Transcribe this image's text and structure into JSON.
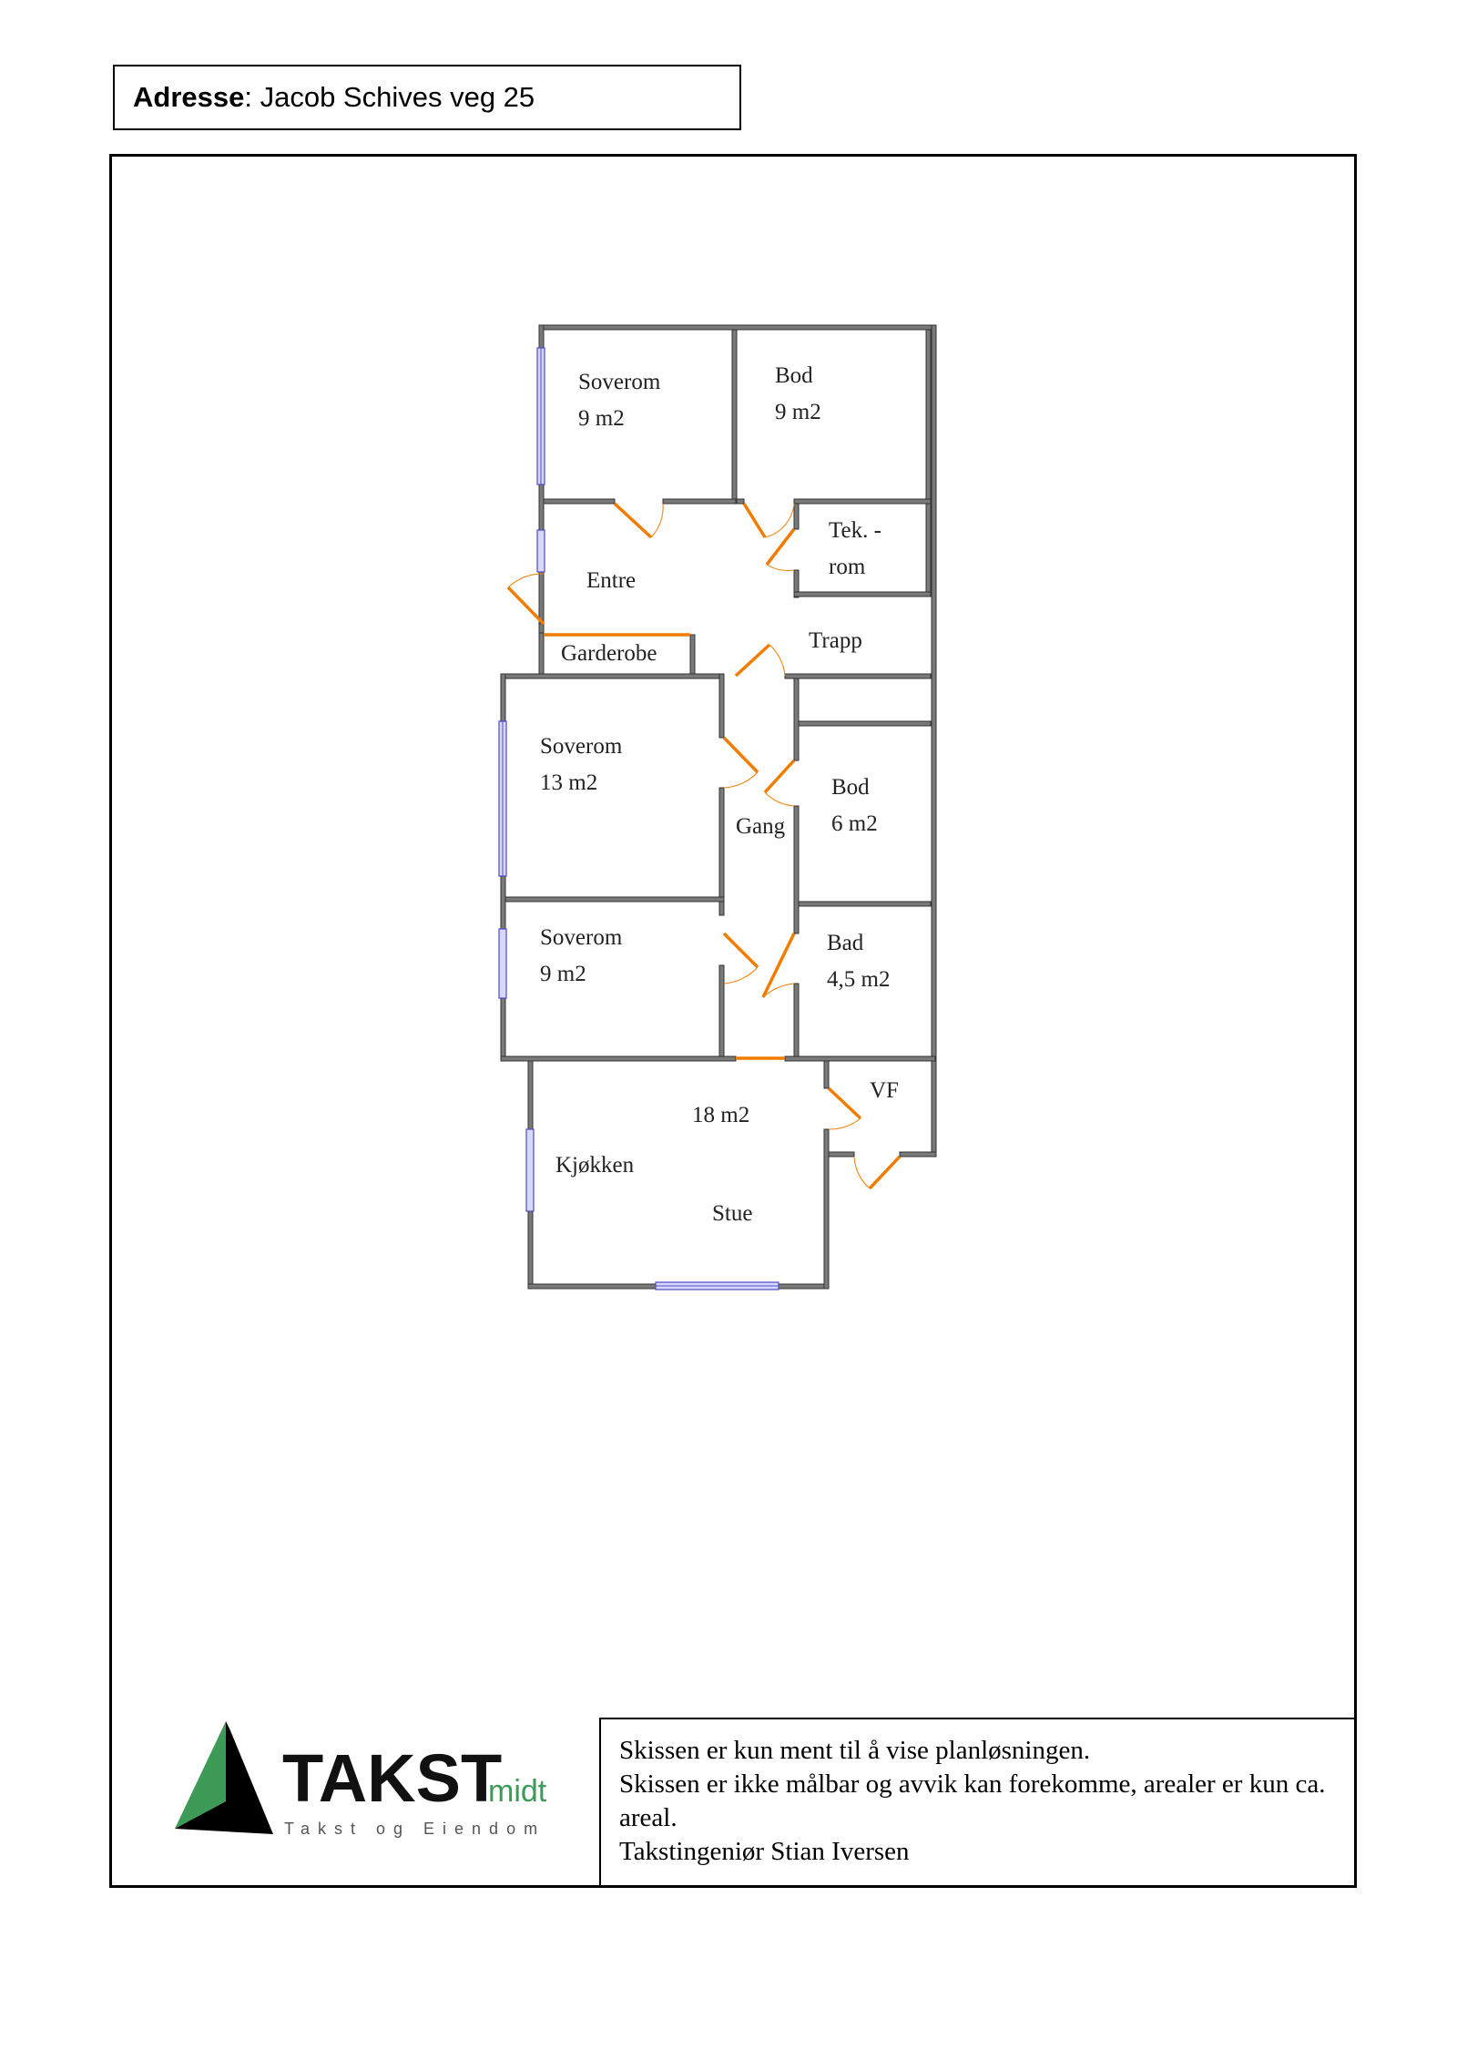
{
  "address": {
    "label": "Adresse",
    "value": ": Jacob Schives veg 25"
  },
  "rooms": [
    {
      "id": "soverom-1",
      "name": "Soverom",
      "area": "9 m2"
    },
    {
      "id": "bod-1",
      "name": "Bod",
      "area": "9 m2"
    },
    {
      "id": "tek-rom",
      "name": "Tek. -",
      "area": "rom"
    },
    {
      "id": "entre",
      "name": "Entre",
      "area": ""
    },
    {
      "id": "garderobe",
      "name": "Garderobe",
      "area": ""
    },
    {
      "id": "trapp",
      "name": "Trapp",
      "area": ""
    },
    {
      "id": "soverom-2",
      "name": "Soverom",
      "area": "13 m2"
    },
    {
      "id": "gang",
      "name": "Gang",
      "area": ""
    },
    {
      "id": "bod-2",
      "name": "Bod",
      "area": "6 m2"
    },
    {
      "id": "soverom-3",
      "name": "Soverom",
      "area": "9 m2"
    },
    {
      "id": "bad",
      "name": "Bad",
      "area": "4,5 m2"
    },
    {
      "id": "vf",
      "name": "VF",
      "area": ""
    },
    {
      "id": "stue-area",
      "name": "18 m2",
      "area": ""
    },
    {
      "id": "kjokken",
      "name": "Kjøkken",
      "area": ""
    },
    {
      "id": "stue",
      "name": "Stue",
      "area": ""
    }
  ],
  "disclaimer": {
    "line1": "Skissen er kun ment til å vise planløsningen.",
    "line2": "Skissen er ikke målbar og avvik kan forekomme, arealer er kun ca. areal.",
    "line3": "Takstingeniør Stian Iversen"
  },
  "logo": {
    "brand": "TAKST",
    "suffix": "midt",
    "tagline": "Takst og Eiendom"
  },
  "colors": {
    "wall": "#7a7a7a",
    "door": "#f07d00",
    "window": "#4b4bc8",
    "logo_green": "#3e9b57"
  }
}
